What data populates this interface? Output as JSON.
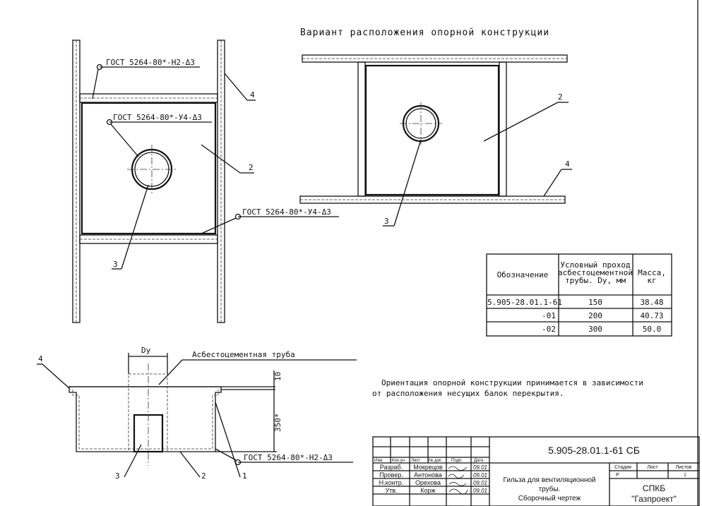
{
  "title": "Вариант расположения опорной конструкции",
  "weld_labels": {
    "w1": "ГОСТ 5264-80*-Н2-Δ3",
    "w2": "ГОСТ 5264-80*-У4-Δ3",
    "w3": "ГОСТ 5264-80*-У4-Δ3",
    "w4": "ГОСТ 5264-80*-Н2-Δ3"
  },
  "callouts": {
    "p1": "1",
    "p2": "2",
    "p3": "3",
    "p4": "4"
  },
  "section": {
    "dy": "Dy",
    "pipe_label": "Асбестоцементная труба",
    "dim_10": "10",
    "dim_350": "350*"
  },
  "table": {
    "headers": [
      "Обозначение",
      "Условный проход асбестоцементной трубы, Dy, мм",
      "Масса, кг"
    ],
    "header_lines": {
      "h2a": "Условный проход",
      "h2b": "асбестоцементной",
      "h2c": "трубы. Dy, мм",
      "h3a": "Масса,",
      "h3b": "кг"
    },
    "rows": [
      {
        "designation": "5.905-28.01.1-61",
        "dy": "150",
        "mass": "38.48"
      },
      {
        "designation": "-01",
        "dy": "200",
        "mass": "40.73"
      },
      {
        "designation": "-02",
        "dy": "300",
        "mass": "50.0"
      }
    ]
  },
  "note": {
    "line1": "Ориентация опорной конструкции принимается в зависимости",
    "line2": "от расположения несущих балок перекрытия."
  },
  "title_block": {
    "doc_number": "5.905-28.01.1-61 СБ",
    "cols": [
      "Изм.",
      "Кол.уч",
      "Лист",
      "№ док",
      "Подп.",
      "Дата"
    ],
    "roles": [
      {
        "role": "Разраб.",
        "name": "Мокрецов",
        "date": "09.01"
      },
      {
        "role": "Провер.",
        "name": "Антонова",
        "date": "09.01"
      },
      {
        "role": "Н.контр.",
        "name": "Орехова",
        "date": "09.01"
      },
      {
        "role": "Утв.",
        "name": "Корж",
        "date": "09.01"
      }
    ],
    "name_line1": "Гильза для вентиляционной",
    "name_line2": "трубы.",
    "name_line3": "Сборочный чертеж",
    "stage_label": "Стадия",
    "sheet_label": "Лист",
    "sheets_label": "Листов",
    "stage": "Р",
    "sheets": "1",
    "org_line1": "СПКБ",
    "org_line2": "\"Газпроект\""
  }
}
